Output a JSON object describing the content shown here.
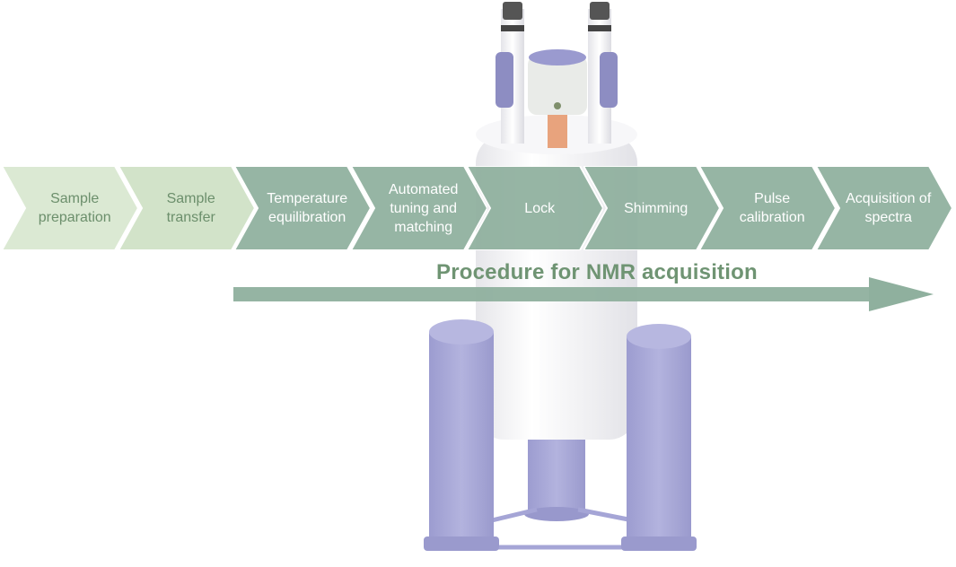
{
  "diagram": {
    "title": "Procedure for NMR acquisition",
    "steps": [
      {
        "line1": "Sample",
        "line2": "preparation",
        "line3": ""
      },
      {
        "line1": "Sample",
        "line2": "transfer",
        "line3": ""
      },
      {
        "line1": "Temperature",
        "line2": "equilibration",
        "line3": ""
      },
      {
        "line1": "Automated",
        "line2": "tuning and",
        "line3": "matching"
      },
      {
        "line1": "Lock",
        "line2": "",
        "line3": ""
      },
      {
        "line1": "Shimming",
        "line2": "",
        "line3": ""
      },
      {
        "line1": "Pulse",
        "line2": "calibration",
        "line3": ""
      },
      {
        "line1": "Acquisition of",
        "line2": "spectra",
        "line3": ""
      }
    ]
  },
  "colors": {
    "step_light": "#dbe9d3",
    "step_light_2": "#d2e3c9",
    "step_dark": "#8fb09e",
    "arrow": "#8fb09e",
    "magnet_body": "#f1f1f3",
    "legs": "#a9a9d4",
    "probe": "#e8a37d"
  }
}
